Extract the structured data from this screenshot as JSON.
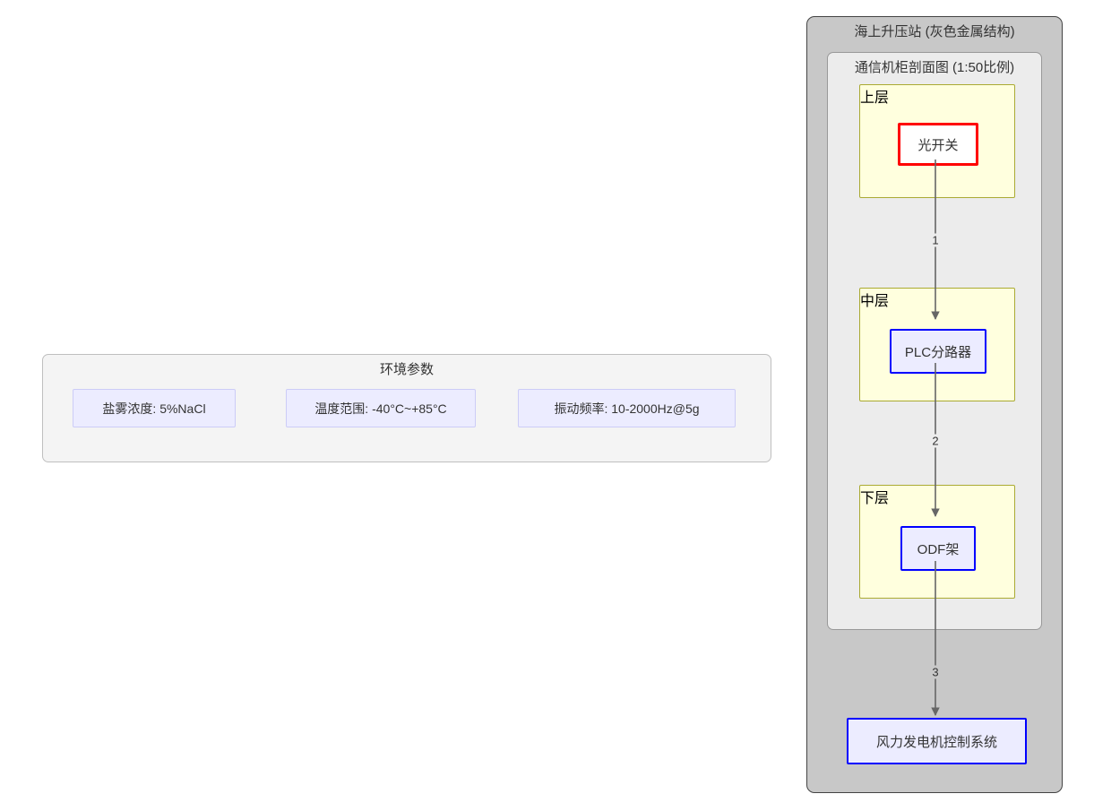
{
  "environment": {
    "title": "环境参数",
    "items": [
      {
        "label": "盐雾浓度: 5%NaCl"
      },
      {
        "label": "温度范围: -40°C~+85°C"
      },
      {
        "label": "振动频率: 10-2000Hz@5g"
      }
    ]
  },
  "station": {
    "title": "海上升压站 (灰色金属结构)",
    "cabinet": {
      "title": "通信机柜剖面图 (1:50比例)",
      "layers": [
        {
          "title": "上层",
          "node": "光开关"
        },
        {
          "title": "中层",
          "node": "PLC分路器"
        },
        {
          "title": "下层",
          "node": "ODF架"
        }
      ]
    },
    "external_node": "风力发电机控制系统"
  },
  "edges": [
    {
      "label": "1",
      "from": "光开关",
      "to": "PLC分路器"
    },
    {
      "label": "2",
      "from": "PLC分路器",
      "to": "ODF架"
    },
    {
      "label": "3",
      "from": "ODF架",
      "to": "风力发电机控制系统"
    }
  ],
  "colors": {
    "station_fill": "#c8c8c8",
    "cabinet_fill": "#ececec",
    "layer_fill": "#ffffde",
    "layer_stroke": "#aaaa33",
    "node_blue_stroke": "#0000ff",
    "node_blue_fill": "#ececff",
    "node_red_stroke": "#ff0000",
    "node_red_fill": "#ffffff",
    "env_fill": "#f4f4f4",
    "env_box_fill": "#ececff",
    "env_box_stroke": "#ccccf7",
    "edge_stroke": "#666666"
  }
}
